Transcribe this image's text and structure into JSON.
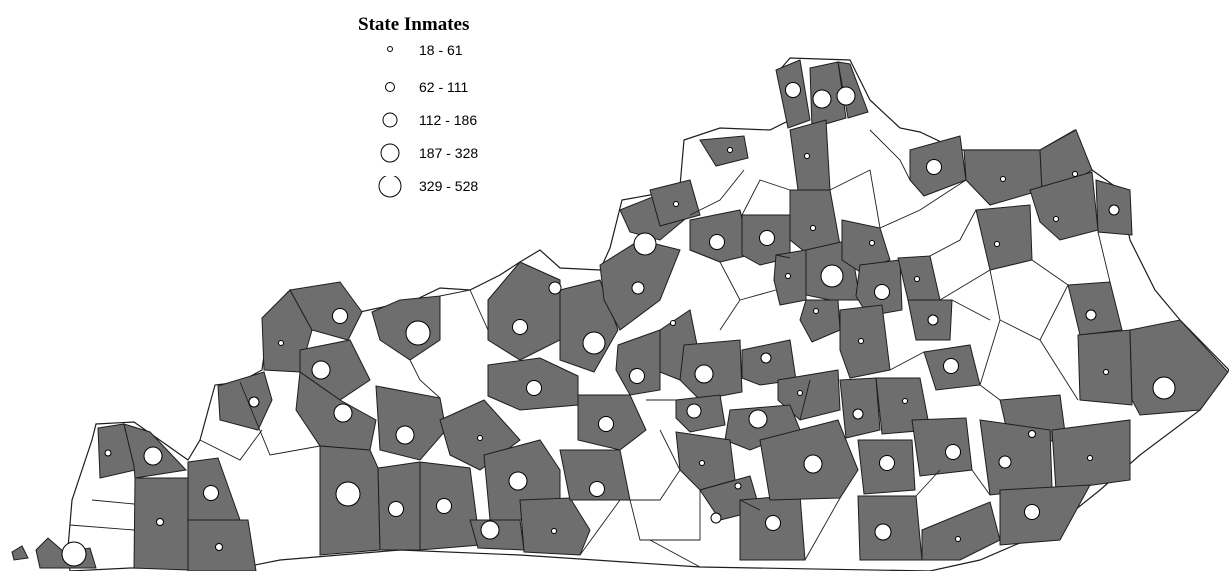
{
  "legend": {
    "title": "State Inmates",
    "classes": [
      {
        "label": "18 - 61"
      },
      {
        "label": "62 - 111"
      },
      {
        "label": "112 - 186"
      },
      {
        "label": "187 - 328"
      },
      {
        "label": "329 - 528"
      }
    ]
  },
  "colors": {
    "county_with_data": "#6e6e6e",
    "county_no_data": "#ffffff",
    "border": "#1e1e1e",
    "symbol_fill": "#ffffff",
    "symbol_stroke": "#000000"
  },
  "symbols_per_class": [
    28,
    14,
    16,
    14,
    9
  ]
}
